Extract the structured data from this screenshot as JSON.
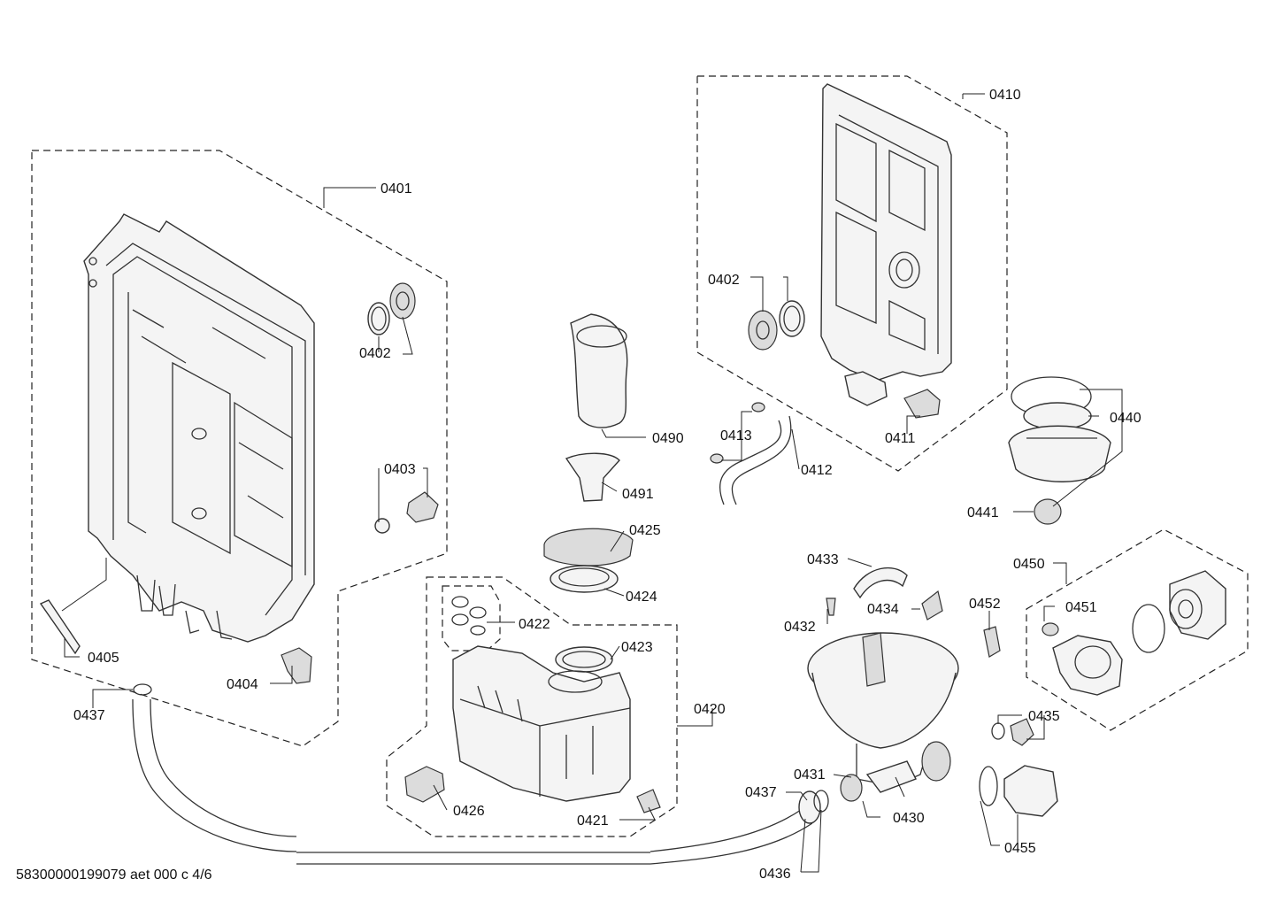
{
  "document_code": "58300000199079 aet 000 c 4/6",
  "part_labels": {
    "p0401": "0401",
    "p0402_left": "0402",
    "p0403": "0403",
    "p0404": "0404",
    "p0405": "0405",
    "p0437_left": "0437",
    "p0410": "0410",
    "p0402_right": "0402",
    "p0411": "0411",
    "p0412": "0412",
    "p0413": "0413",
    "p0490": "0490",
    "p0491": "0491",
    "p0425": "0425",
    "p0424": "0424",
    "p0422": "0422",
    "p0423": "0423",
    "p0420": "0420",
    "p0421": "0421",
    "p0426": "0426",
    "p0440": "0440",
    "p0441": "0441",
    "p0433": "0433",
    "p0434": "0434",
    "p0432": "0432",
    "p0452": "0452",
    "p0450": "0450",
    "p0451": "0451",
    "p0435": "0435",
    "p0455": "0455",
    "p0431": "0431",
    "p0430": "0430",
    "p0437_bottom": "0437",
    "p0436": "0436"
  }
}
